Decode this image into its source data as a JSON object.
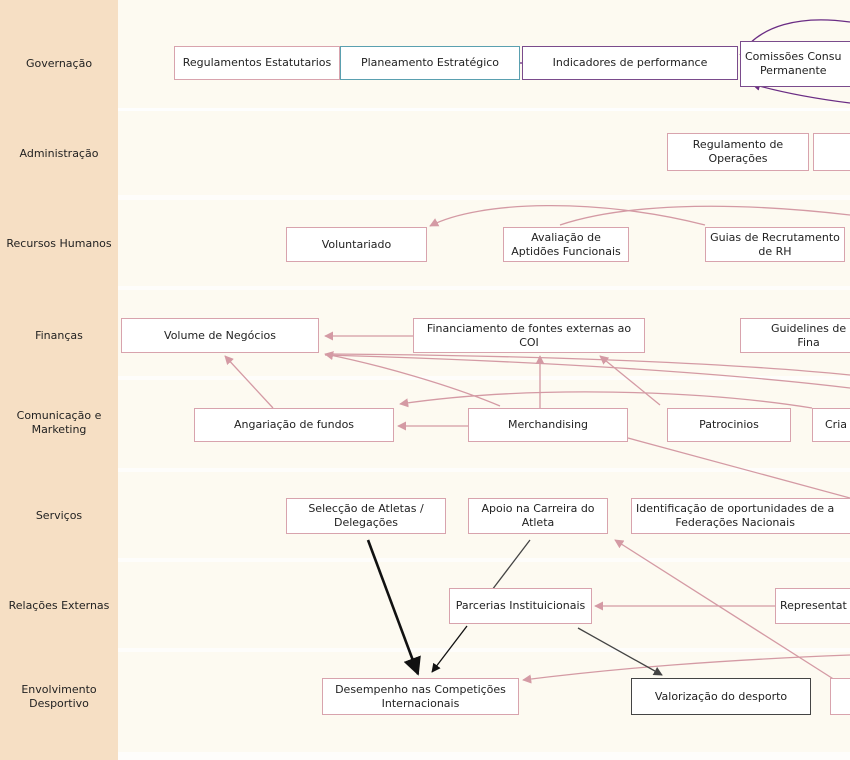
{
  "rows": [
    {
      "key": "governacao",
      "label": "Governação"
    },
    {
      "key": "administracao",
      "label": "Administração"
    },
    {
      "key": "recursos_humanos",
      "label": "Recursos Humanos"
    },
    {
      "key": "financas",
      "label": "Finanças"
    },
    {
      "key": "comunicacao_marketing",
      "label": "Comunicação e\nMarketing"
    },
    {
      "key": "servicos",
      "label": "Serviços"
    },
    {
      "key": "relacoes_externas",
      "label": "Relações Externas"
    },
    {
      "key": "envolvimento_desportivo",
      "label": "Envolvimento\nDesportivo"
    }
  ],
  "nodes": {
    "regulamentos_estatutarios": "Regulamentos Estatutarios",
    "planeamento_estrategico": "Planeamento Estratégico",
    "indicadores_performance": "Indicadores de performance",
    "comissoes_consultivas": "Comissões Consu\nPermanente",
    "regulamento_operacoes": "Regulamento de\nOperações",
    "voluntariado": "Voluntariado",
    "avaliacao_aptidoes": "Avaliação de\nAptidões Funcionais",
    "guias_recrutamento": "Guias de Recrutamento\nde RH",
    "volume_negocios": "Volume de Negócios",
    "financiamento_externo": "Financiamento de fontes externas ao\nCOI",
    "guidelines": "Guidelines de\nFina",
    "angariacao_fundos": "Angariação de fundos",
    "merchandising": "Merchandising",
    "patrocinios": "Patrocinios",
    "criacao": "Cria",
    "seleccao_atletas": "Selecção de Atletas /\nDelegações",
    "apoio_carreira": "Apoio na Carreira do\nAtleta",
    "identificacao_oportunidades": "Identificação de oportunidades de a\nFederações Nacionais",
    "parcerias_institucionais": "Parcerias Instituicionais",
    "representacao": "Representat",
    "desempenho_competicoes": "Desempenho nas Competições\nInternacionais",
    "valorizacao_desporto": "Valorização do desporto"
  },
  "colors": {
    "left_column": "#f6dfc4",
    "edge_pink": "#d49aa4",
    "edge_purple": "#6a2c84",
    "edge_black": "#111111",
    "edge_dark": "#444444"
  }
}
